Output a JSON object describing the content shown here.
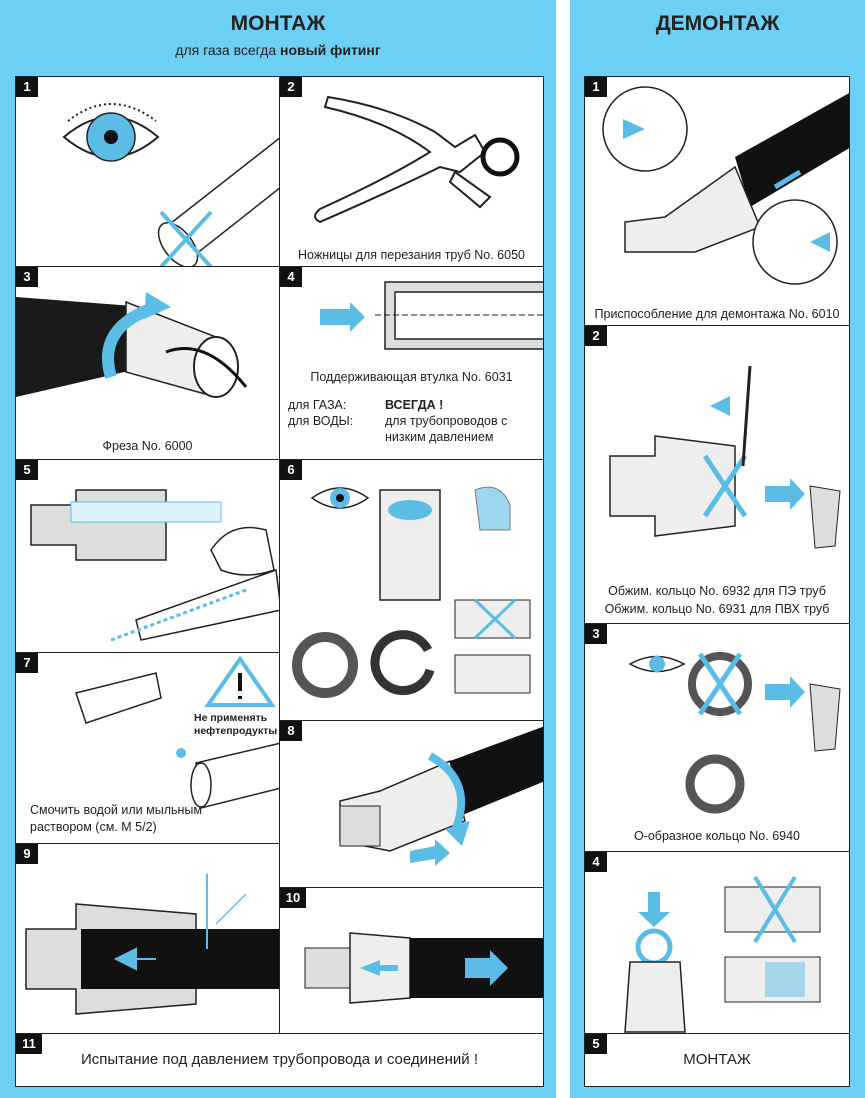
{
  "montage": {
    "title": "МОНТАЖ",
    "subtitle_prefix": "для газа всегда ",
    "subtitle_bold": "новый фитинг",
    "steps": {
      "s1": {
        "num": "1"
      },
      "s2": {
        "num": "2",
        "caption": "Ножницы для перезания труб No. 6050"
      },
      "s3": {
        "num": "3",
        "caption": "Фреза No. 6000"
      },
      "s4": {
        "num": "4",
        "caption": "Поддерживающая втулка No. 6031",
        "gas_label": "для ГАЗА:",
        "water_label": "для ВОДЫ:",
        "always": "ВСЕГДА !",
        "low_pressure_1": "для трубопроводов с",
        "low_pressure_2": "низким давлением"
      },
      "s5": {
        "num": "5"
      },
      "s6": {
        "num": "6"
      },
      "s7": {
        "num": "7",
        "warning_1": "Не применять",
        "warning_2": "нефтепродукты",
        "caption_1": "Смочить водой или мыльным",
        "caption_2": "раствором (см. М 5/2)"
      },
      "s8": {
        "num": "8"
      },
      "s9": {
        "num": "9"
      },
      "s10": {
        "num": "10"
      },
      "s11": {
        "num": "11",
        "caption": "Испытание под давлением трубопровода и соединений !"
      }
    }
  },
  "demontage": {
    "title": "ДЕМОНТАЖ",
    "steps": {
      "d1": {
        "num": "1",
        "caption": "Приспособление для демонтажа No. 6010"
      },
      "d2": {
        "num": "2",
        "caption_1": "Обжим. кольцо No. 6932 для ПЭ труб",
        "caption_2": "Обжим. кольцо No. 6931 для ПВХ труб"
      },
      "d3": {
        "num": "3",
        "caption": "O-образное кольцо No. 6940"
      },
      "d4": {
        "num": "4"
      },
      "d5": {
        "num": "5",
        "caption": "МОНТАЖ"
      }
    }
  },
  "colors": {
    "frame": "#6ccff5",
    "accent": "#5bbde6",
    "ink": "#222222"
  }
}
